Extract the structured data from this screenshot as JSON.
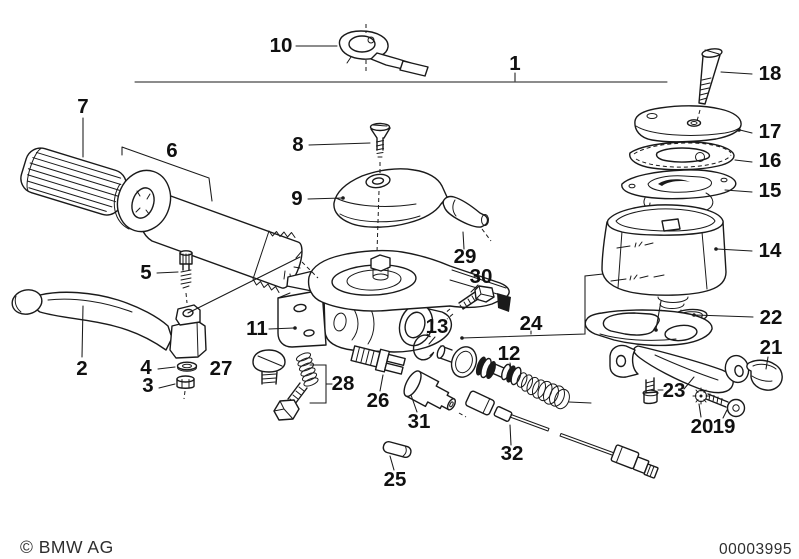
{
  "diagram": {
    "footer": {
      "copyright": "© BMW AG",
      "drawing_number": "00003995"
    },
    "colors": {
      "line": "#1a1a1a",
      "background": "#ffffff"
    },
    "callouts": [
      {
        "label": "1"
      },
      {
        "label": "2"
      },
      {
        "label": "3"
      },
      {
        "label": "4"
      },
      {
        "label": "5"
      },
      {
        "label": "6"
      },
      {
        "label": "7"
      },
      {
        "label": "8"
      },
      {
        "label": "9"
      },
      {
        "label": "10"
      },
      {
        "label": "11"
      },
      {
        "label": "12"
      },
      {
        "label": "13"
      },
      {
        "label": "14"
      },
      {
        "label": "15"
      },
      {
        "label": "16"
      },
      {
        "label": "17"
      },
      {
        "label": "18"
      },
      {
        "label": "19"
      },
      {
        "label": "20"
      },
      {
        "label": "21"
      },
      {
        "label": "22"
      },
      {
        "label": "23"
      },
      {
        "label": "24"
      },
      {
        "label": "25"
      },
      {
        "label": "26"
      },
      {
        "label": "27"
      },
      {
        "label": "28"
      },
      {
        "label": "29"
      },
      {
        "label": "30"
      },
      {
        "label": "31"
      },
      {
        "label": "32"
      }
    ]
  }
}
